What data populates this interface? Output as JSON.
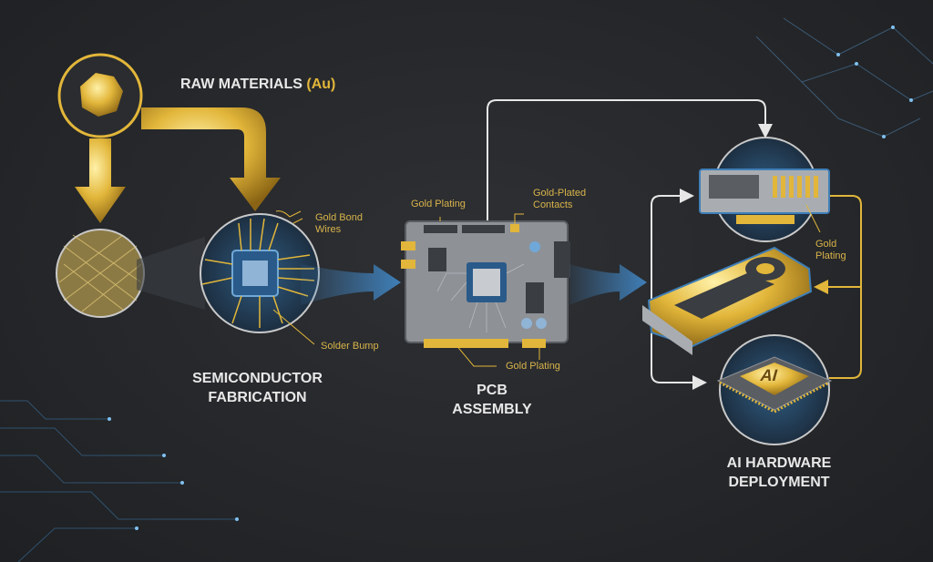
{
  "colors": {
    "gold": "#e2b63a",
    "blue": "#3f7fb8",
    "white": "#e6e6e6",
    "background": "#25272b"
  },
  "raw_materials": {
    "title": "RAW MATERIALS ",
    "element": "(Au)"
  },
  "stages": {
    "semiconductor": {
      "line1": "SEMICONDUCTOR",
      "line2": "FABRICATION",
      "labels": {
        "bond_wires_1": "Gold Bond",
        "bond_wires_2": "Wires",
        "solder": "Solder Bump"
      }
    },
    "pcb": {
      "line1": "PCB",
      "line2": "ASSEMBLY",
      "labels": {
        "plating_top": "Gold Plating",
        "contacts_1": "Gold-Plated",
        "contacts_2": "Contacts",
        "plating_bottom": "Gold Plating"
      }
    },
    "deployment": {
      "line1": "AI HARDWARE",
      "line2": "DEPLOYMENT",
      "labels": {
        "plating_1": "Gold",
        "plating_2": "Plating"
      },
      "chip_text": "AI"
    }
  }
}
